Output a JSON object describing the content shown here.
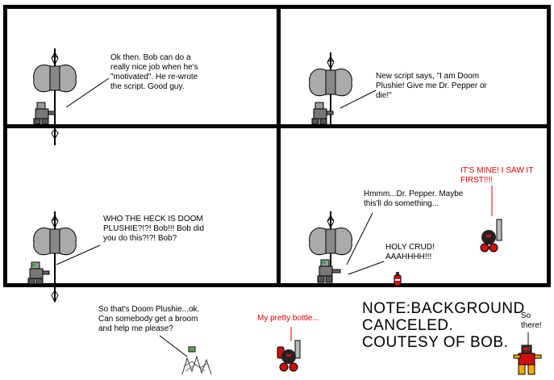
{
  "panels": {
    "p1": {
      "speech": "Ok then. Bob can do a\nreally nice job when he's\n\"motivated\". He re-wrote\nthe script. Good guy."
    },
    "p2": {
      "speech": "New script says, \"I am Doom\nPlushie! Give me Dr. Pepper or\ndie!\""
    },
    "p3": {
      "speech": "WHO THE HECK IS DOOM\nPLUSHIE?!?! Bob!!! Bob did\nyou do this?!?! Bob?"
    },
    "p4": {
      "speech_top": "Hmmm...Dr. Pepper. Maybe\nthis'll do something...",
      "speech_red": "IT'S MINE! I SAW IT\nFIRST!!!!",
      "speech_yell": "HOLY CRUD!\nAAAHHHH!!!"
    }
  },
  "bottom": {
    "speech_left": "So that's Doom Plushie...ok.\nCan somebody get a broom\nand help me please?",
    "speech_red": "My pretty bottle...",
    "note": "NOTE:BACKGROUND\nCANCELED.\nCOUTESY OF BOB.",
    "so_there": "So\nthere!"
  },
  "colors": {
    "speech_red": "#e00000",
    "border": "#000000",
    "robot_green": "#2fae3a",
    "plush_red": "#cc1010"
  }
}
